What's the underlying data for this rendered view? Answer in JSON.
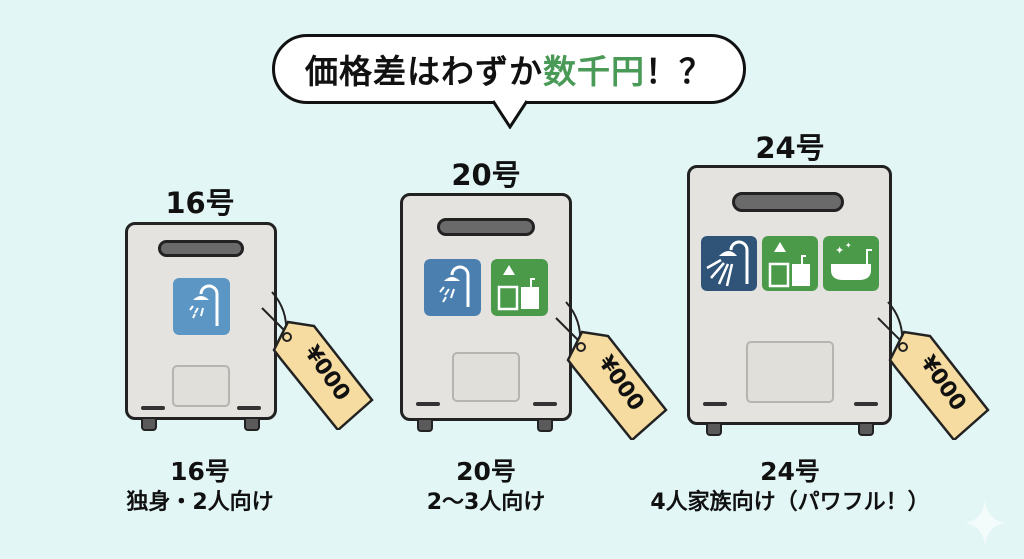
{
  "headline": {
    "prefix": "価格差はわずか",
    "highlight": "数千円",
    "suffix": "！？",
    "highlight_color": "#4a9a57"
  },
  "background_color": "#e3f6f6",
  "heaters": [
    {
      "size_label": "16号",
      "icons": [
        {
          "name": "shower-icon",
          "color": "#5b96c4"
        }
      ],
      "price_tag": "¥000",
      "caption_size": "16号",
      "caption_desc": "独身・2人向け"
    },
    {
      "size_label": "20号",
      "icons": [
        {
          "name": "shower-icon",
          "color": "#4a7fb0"
        },
        {
          "name": "kitchen-icon",
          "color": "#4a9a4a"
        }
      ],
      "price_tag": "¥000",
      "caption_size": "20号",
      "caption_desc": "2〜3人向け"
    },
    {
      "size_label": "24号",
      "icons": [
        {
          "name": "shower-icon",
          "color": "#2f5478"
        },
        {
          "name": "kitchen-icon",
          "color": "#4a9a4a"
        },
        {
          "name": "bathtub-icon",
          "color": "#4a9a4a"
        }
      ],
      "price_tag": "¥000",
      "caption_size": "24号",
      "caption_desc": "4人家族向け（パワフル！）"
    }
  ]
}
